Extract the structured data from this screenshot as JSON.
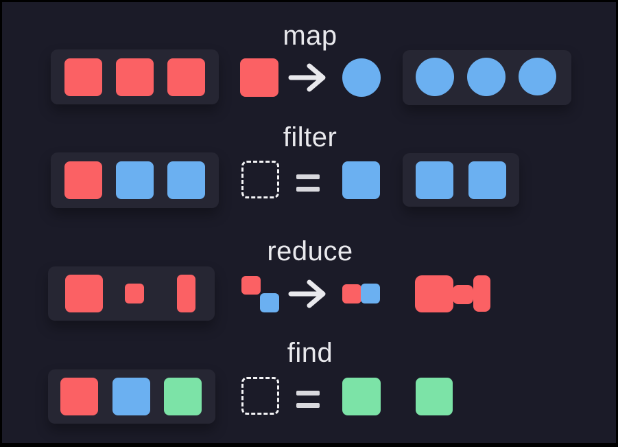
{
  "colors": {
    "bg": "#1b1b28",
    "panel": "#262633",
    "red": "#fb6164",
    "blue": "#6bb0f1",
    "green": "#7ce3a7",
    "text": "#e9e9ed",
    "equals": "#d9d9de",
    "dash": "#f4f4f6"
  },
  "sections": [
    {
      "id": "map",
      "title": "map",
      "operator": "→",
      "input": [
        "red-square",
        "red-square",
        "red-square"
      ],
      "operation": "red-square → blue-circle",
      "output": [
        "blue-circle",
        "blue-circle",
        "blue-circle"
      ]
    },
    {
      "id": "filter",
      "title": "filter",
      "operator": "=",
      "input": [
        "red-square",
        "blue-square",
        "blue-square"
      ],
      "operation": "item = blue-square",
      "output": [
        "blue-square",
        "blue-square"
      ]
    },
    {
      "id": "reduce",
      "title": "reduce",
      "operator": "→",
      "input": [
        "large-red-square",
        "small-red-square",
        "tall-red-rect"
      ],
      "operation": "red-square + blue-square → combined-pair",
      "output": [
        "merged-red-shape"
      ]
    },
    {
      "id": "find",
      "title": "find",
      "operator": "=",
      "input": [
        "red-square",
        "blue-square",
        "green-square"
      ],
      "operation": "item = green-square",
      "output": [
        "green-square"
      ]
    }
  ]
}
